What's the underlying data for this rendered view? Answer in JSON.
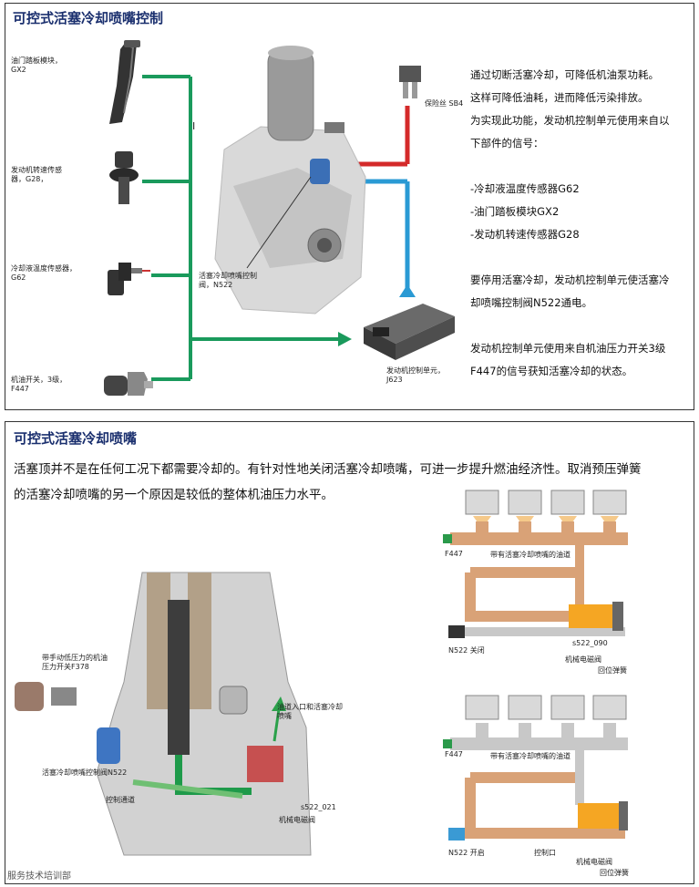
{
  "panel1": {
    "title": "可控式活塞冷却喷嘴控制",
    "sensor_labels": [
      "油门踏板模块，\nGX2",
      "发动机转速传感\n器，G28，",
      "冷却液温度传感器，\nG62",
      "机油开关，3级，\nF447"
    ],
    "fuse_label": "保险丝 SB4",
    "valve_label": "活塞冷却喷嘴控制\n阀，N522",
    "ecu_label": "发动机控制单元，\nJ623",
    "marker": "I",
    "paragraphs": [
      [
        "通过切断活塞冷却，可降低机油泵功耗。",
        "这样可降低油耗，进而降低污染排放。",
        "为实现此功能，发动机控制单元使用来自以",
        "下部件的信号："
      ],
      [
        "-冷却液温度传感器G62",
        "-油门踏板模块GX2",
        "-发动机转速传感器G28"
      ],
      [
        "要停用活塞冷却，发动机控制单元使活塞冷",
        "却喷嘴控制阀N522通电。"
      ],
      [
        "发动机控制单元使用来自机油压力开关3级",
        "F447的信号获知活塞冷却的状态。"
      ]
    ],
    "colors": {
      "green": "#1a9a5c",
      "red": "#d42a2a",
      "blue": "#2a9ad4"
    }
  },
  "panel2": {
    "title": "可控式活塞冷却喷嘴",
    "intro": [
      "活塞顶并不是在任何工况下都需要冷却的。有针对性地关闭活塞冷却喷嘴，可进一步提升燃油经济性。取消预压弹簧",
      "的活塞冷却喷嘴的另一个原因是较低的整体机油压力水平。"
    ],
    "engine_labels": {
      "switch": "带手动低压力的机油\n压力开关F378",
      "valve": "活塞冷却喷嘴控制阀N522",
      "channel": "控制通道",
      "inlet": "油道入口和活塞冷却\n喷嘴",
      "code": "s522_021",
      "solenoid": "机械电磁阀"
    },
    "diagram_top": {
      "f447": "F447",
      "gallery": "带有活塞冷却喷嘴的油道",
      "n522": "N522 关闭",
      "code": "s522_090",
      "solenoid": "机械电磁阀",
      "spring": "回位弹簧"
    },
    "diagram_bottom": {
      "f447": "F447",
      "gallery": "带有活塞冷却喷嘴的油道",
      "n522": "N522 开启",
      "port": "控制口",
      "solenoid": "机械电磁阀",
      "spring": "回位弹簧"
    },
    "colors": {
      "oil": "#d9a277",
      "valve": "#f5a623",
      "gray": "#c8c8c8"
    }
  },
  "footer": "服务技术培训部"
}
